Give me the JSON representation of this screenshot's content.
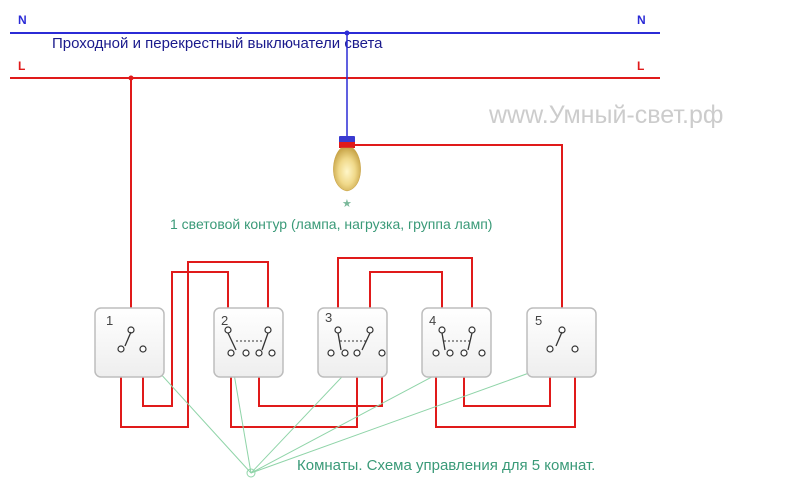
{
  "title": "Проходной и перекрестный выключатели света",
  "watermark": "www.Умный-свет.рф",
  "rails": {
    "neutral_label_left": "N",
    "neutral_label_right": "N",
    "line_label_left": "L",
    "line_label_right": "L"
  },
  "lamp_caption": "1 световой контур (лампа, нагрузка, группа ламп)",
  "footer_caption": "Комнаты. Схема управления для 5 комнат.",
  "switches": [
    {
      "label": "1",
      "kind": "pass-through"
    },
    {
      "label": "2",
      "kind": "cross"
    },
    {
      "label": "3",
      "kind": "cross"
    },
    {
      "label": "4",
      "kind": "cross"
    },
    {
      "label": "5",
      "kind": "pass-through"
    }
  ],
  "colors": {
    "neutral_wire": "#2b2bd6",
    "line_wire": "#e01a1a",
    "pointer_lines": "#8fd4a8",
    "text_title": "#1a1a8c",
    "text_caption": "#3a9a78",
    "watermark": "#cccccc",
    "switch_border": "#bdbdbd",
    "switch_fill": "#f7f7f7"
  }
}
